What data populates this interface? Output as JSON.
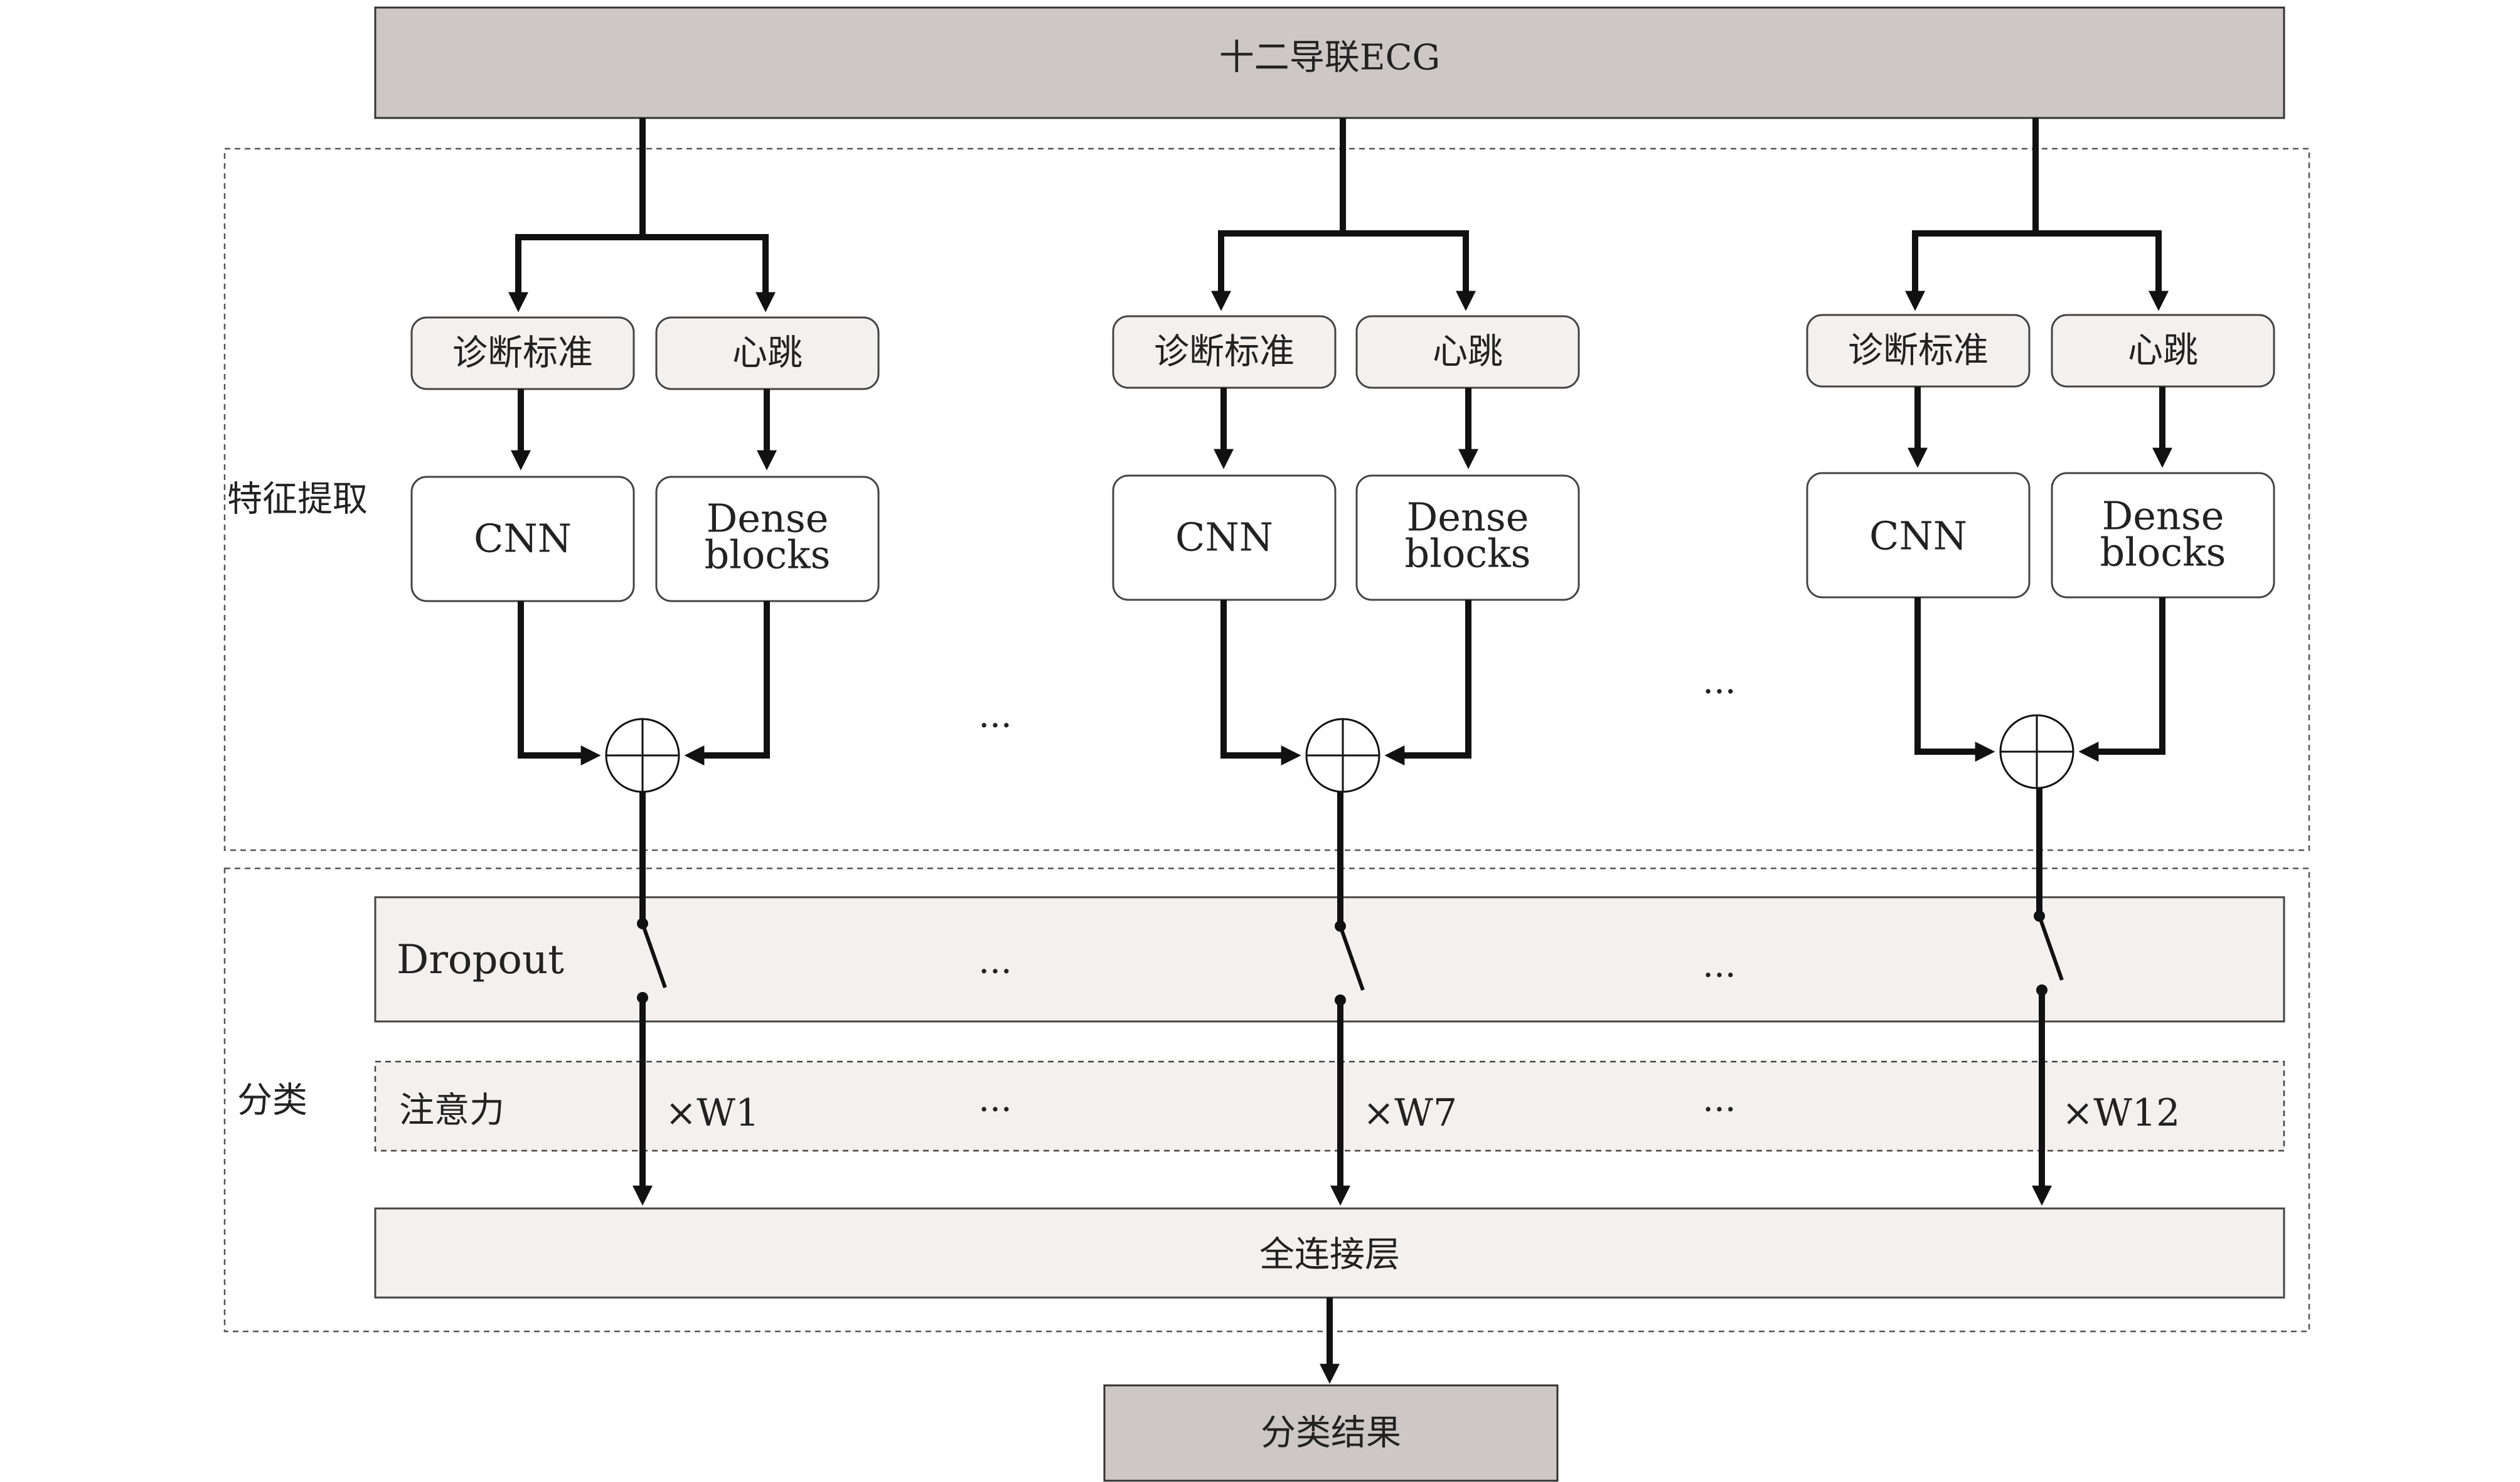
{
  "top_input": "十二导联ECG",
  "feature_section_label": "特征提取",
  "classify_section_label": "分类",
  "branches": [
    {
      "criteria": "诊断标准",
      "heartbeat": "心跳",
      "cnn": "CNN",
      "dense_line1": "Dense",
      "dense_line2": "blocks",
      "weight": "×W1"
    },
    {
      "criteria": "诊断标准",
      "heartbeat": "心跳",
      "cnn": "CNN",
      "dense_line1": "Dense",
      "dense_line2": "blocks",
      "weight": "×W7"
    },
    {
      "criteria": "诊断标准",
      "heartbeat": "心跳",
      "cnn": "CNN",
      "dense_line1": "Dense",
      "dense_line2": "blocks",
      "weight": "×W12"
    }
  ],
  "ellipsis": "...",
  "dropout_label": "Dropout",
  "attention_label": "注意力",
  "fc_label": "全连接层",
  "result_label": "分类结果"
}
